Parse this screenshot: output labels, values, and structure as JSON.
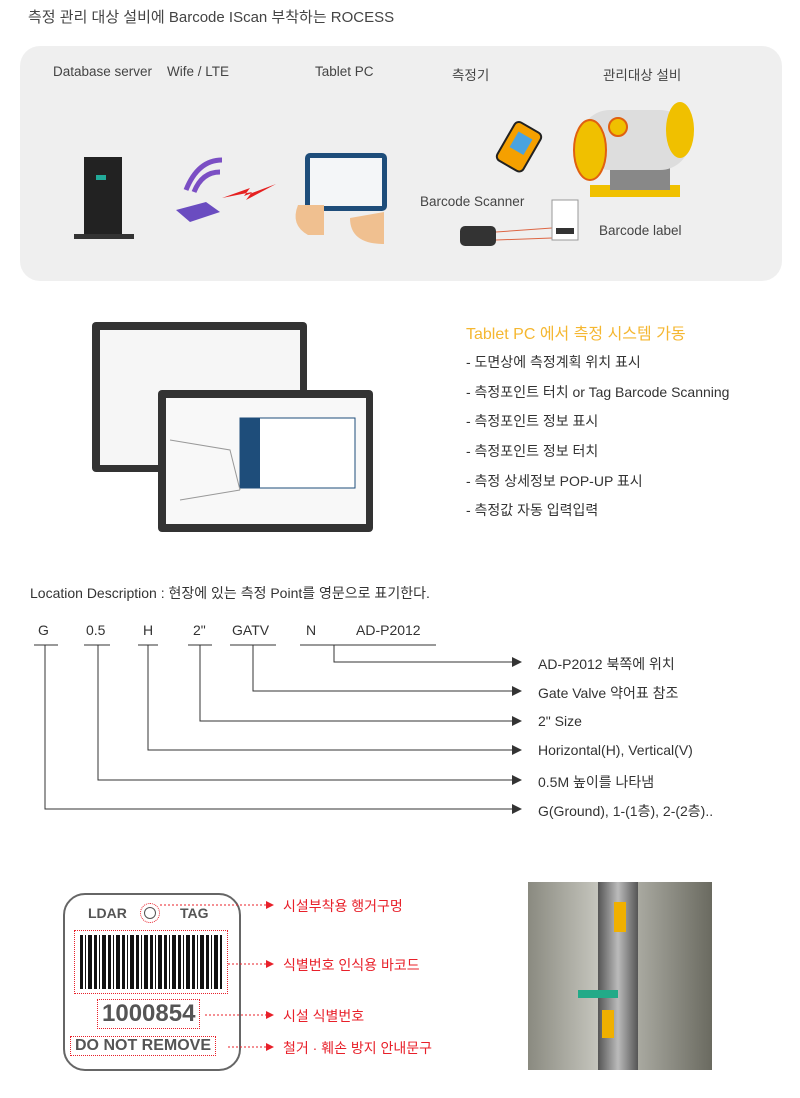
{
  "title": "측정 관리 대상 설비에 Barcode IScan 부착하는 ROCESS",
  "process": {
    "labels": [
      "Database server",
      "Wife / LTE",
      "Tablet PC",
      "측정기",
      "관리대상 설비"
    ],
    "scanner": "Barcode Scanner",
    "barcode_label": "Barcode label"
  },
  "tablet": {
    "title": "Tablet PC 에서  측정 시스템 가동",
    "items": [
      "- 도면상에 측정계획 위치 표시",
      "- 측정포인트 터치 or Tag Barcode Scanning",
      "- 측정포인트 정보 표시",
      "- 측정포인트 정보 터치",
      "- 측정 상세정보 POP-UP 표시",
      "- 측정값 자동 입력입력"
    ]
  },
  "location": {
    "heading": "Location Description : 현장에 있는 측정 Point를 영문으로 표기한다.",
    "codes": [
      "G",
      "0.5",
      "H",
      "2\"",
      "GATV",
      "N",
      "AD-P2012"
    ],
    "descriptions": [
      "AD-P2012  북쪽에 위치",
      "Gate Valve  약어표 참조",
      "2\"  Size",
      "Horizontal(H), Vertical(V)",
      "0.5M 높이를 나타냄",
      "G(Ground), 1-(1층), 2-(2층).."
    ]
  },
  "tag": {
    "ldar": "LDAR",
    "tag": "TAG",
    "number": "1000854",
    "warning": "DO NOT REMOVE",
    "annotations": [
      "시설부착용 행거구멍",
      "식별번호 인식용 바코드",
      "시설 식별번호",
      "철거 · 훼손 방지 안내문구"
    ]
  },
  "colors": {
    "accent": "#f5b731",
    "annotation": "#e8202a"
  }
}
